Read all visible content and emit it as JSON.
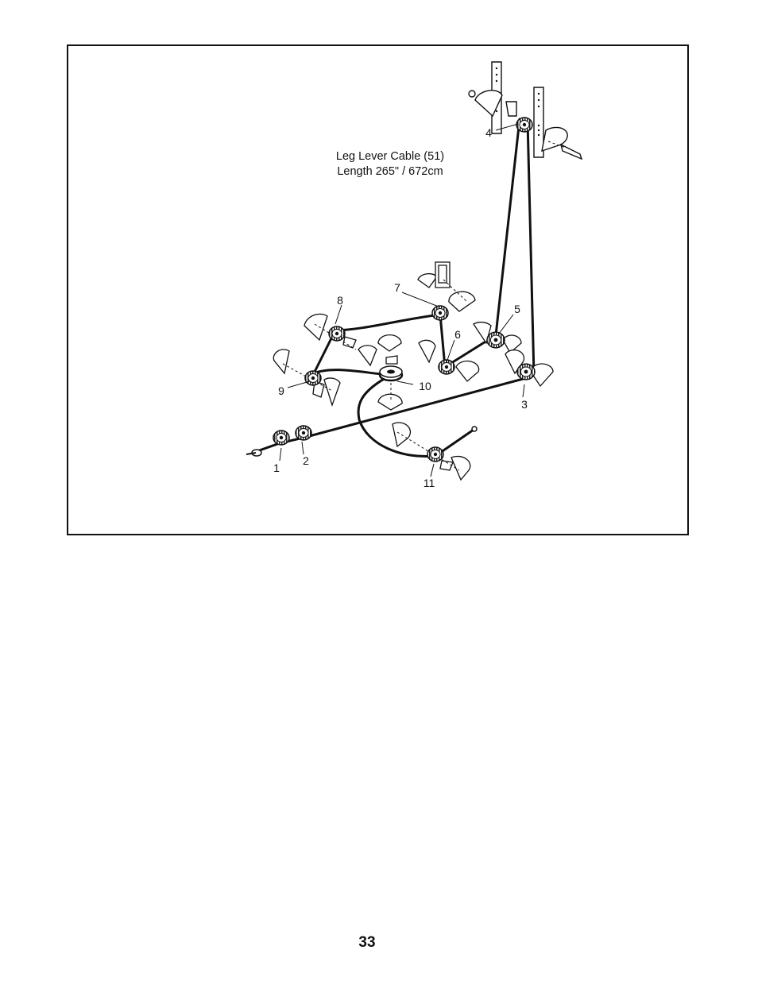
{
  "diagram": {
    "caption": {
      "line1": "Leg Lever Cable (51)",
      "line2": "Length 265\" / 672cm"
    },
    "callouts": [
      {
        "id": "1",
        "label": "1"
      },
      {
        "id": "2",
        "label": "2"
      },
      {
        "id": "3",
        "label": "3"
      },
      {
        "id": "4",
        "label": "4"
      },
      {
        "id": "5",
        "label": "5"
      },
      {
        "id": "6",
        "label": "6"
      },
      {
        "id": "7",
        "label": "7"
      },
      {
        "id": "8",
        "label": "8"
      },
      {
        "id": "9",
        "label": "9"
      },
      {
        "id": "10",
        "label": "10"
      },
      {
        "id": "11",
        "label": "11"
      }
    ]
  },
  "page": {
    "number": "33"
  }
}
